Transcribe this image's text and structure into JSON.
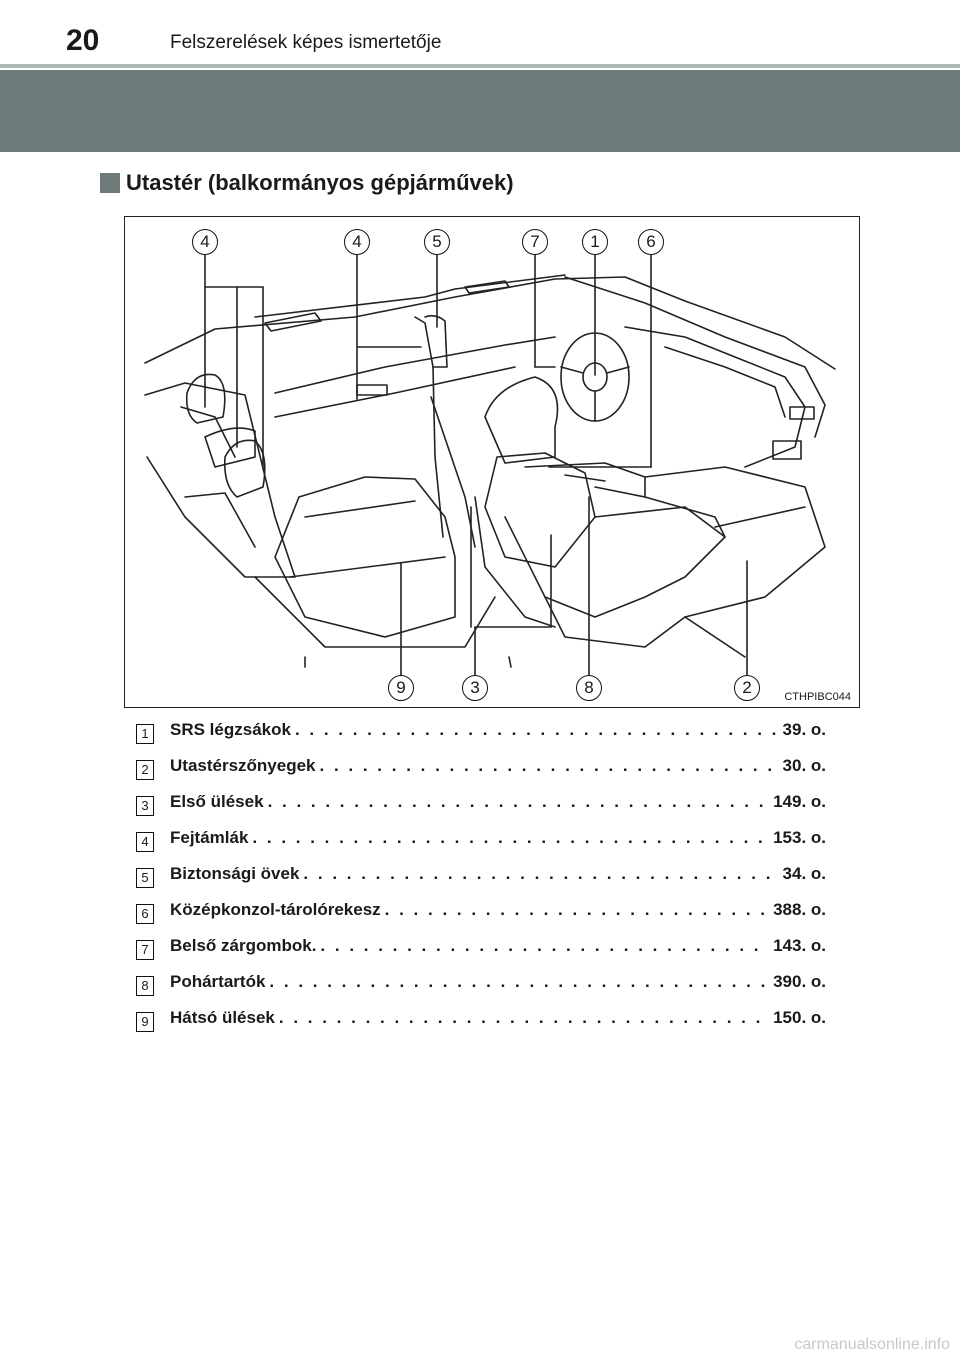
{
  "header": {
    "page_number": "20",
    "title": "Felszerelések képes ismertetője"
  },
  "section": {
    "title": "Utastér (balkormányos gépjárművek)"
  },
  "figure": {
    "code": "CTHPIBC044",
    "top_callouts": [
      "4",
      "4",
      "5",
      "7",
      "1",
      "6"
    ],
    "bottom_callouts": [
      "9",
      "3",
      "8",
      "2"
    ]
  },
  "items": [
    {
      "num": "1",
      "label": "SRS légzsákok",
      "page": "39. o."
    },
    {
      "num": "2",
      "label": "Utastérszőnyegek",
      "page": "30. o."
    },
    {
      "num": "3",
      "label": "Első ülések",
      "page": "149. o."
    },
    {
      "num": "4",
      "label": "Fejtámlák",
      "page": "153. o."
    },
    {
      "num": "5",
      "label": "Biztonsági övek",
      "page": "34. o."
    },
    {
      "num": "6",
      "label": "Középkonzol-tárolórekesz",
      "page": "388. o."
    },
    {
      "num": "7",
      "label": "Belső zárgombok.",
      "page": "143. o."
    },
    {
      "num": "8",
      "label": "Pohártartók",
      "page": "390. o."
    },
    {
      "num": "9",
      "label": "Hátsó ülések",
      "page": "150. o."
    }
  ],
  "watermark": "carmanualsonline.info"
}
